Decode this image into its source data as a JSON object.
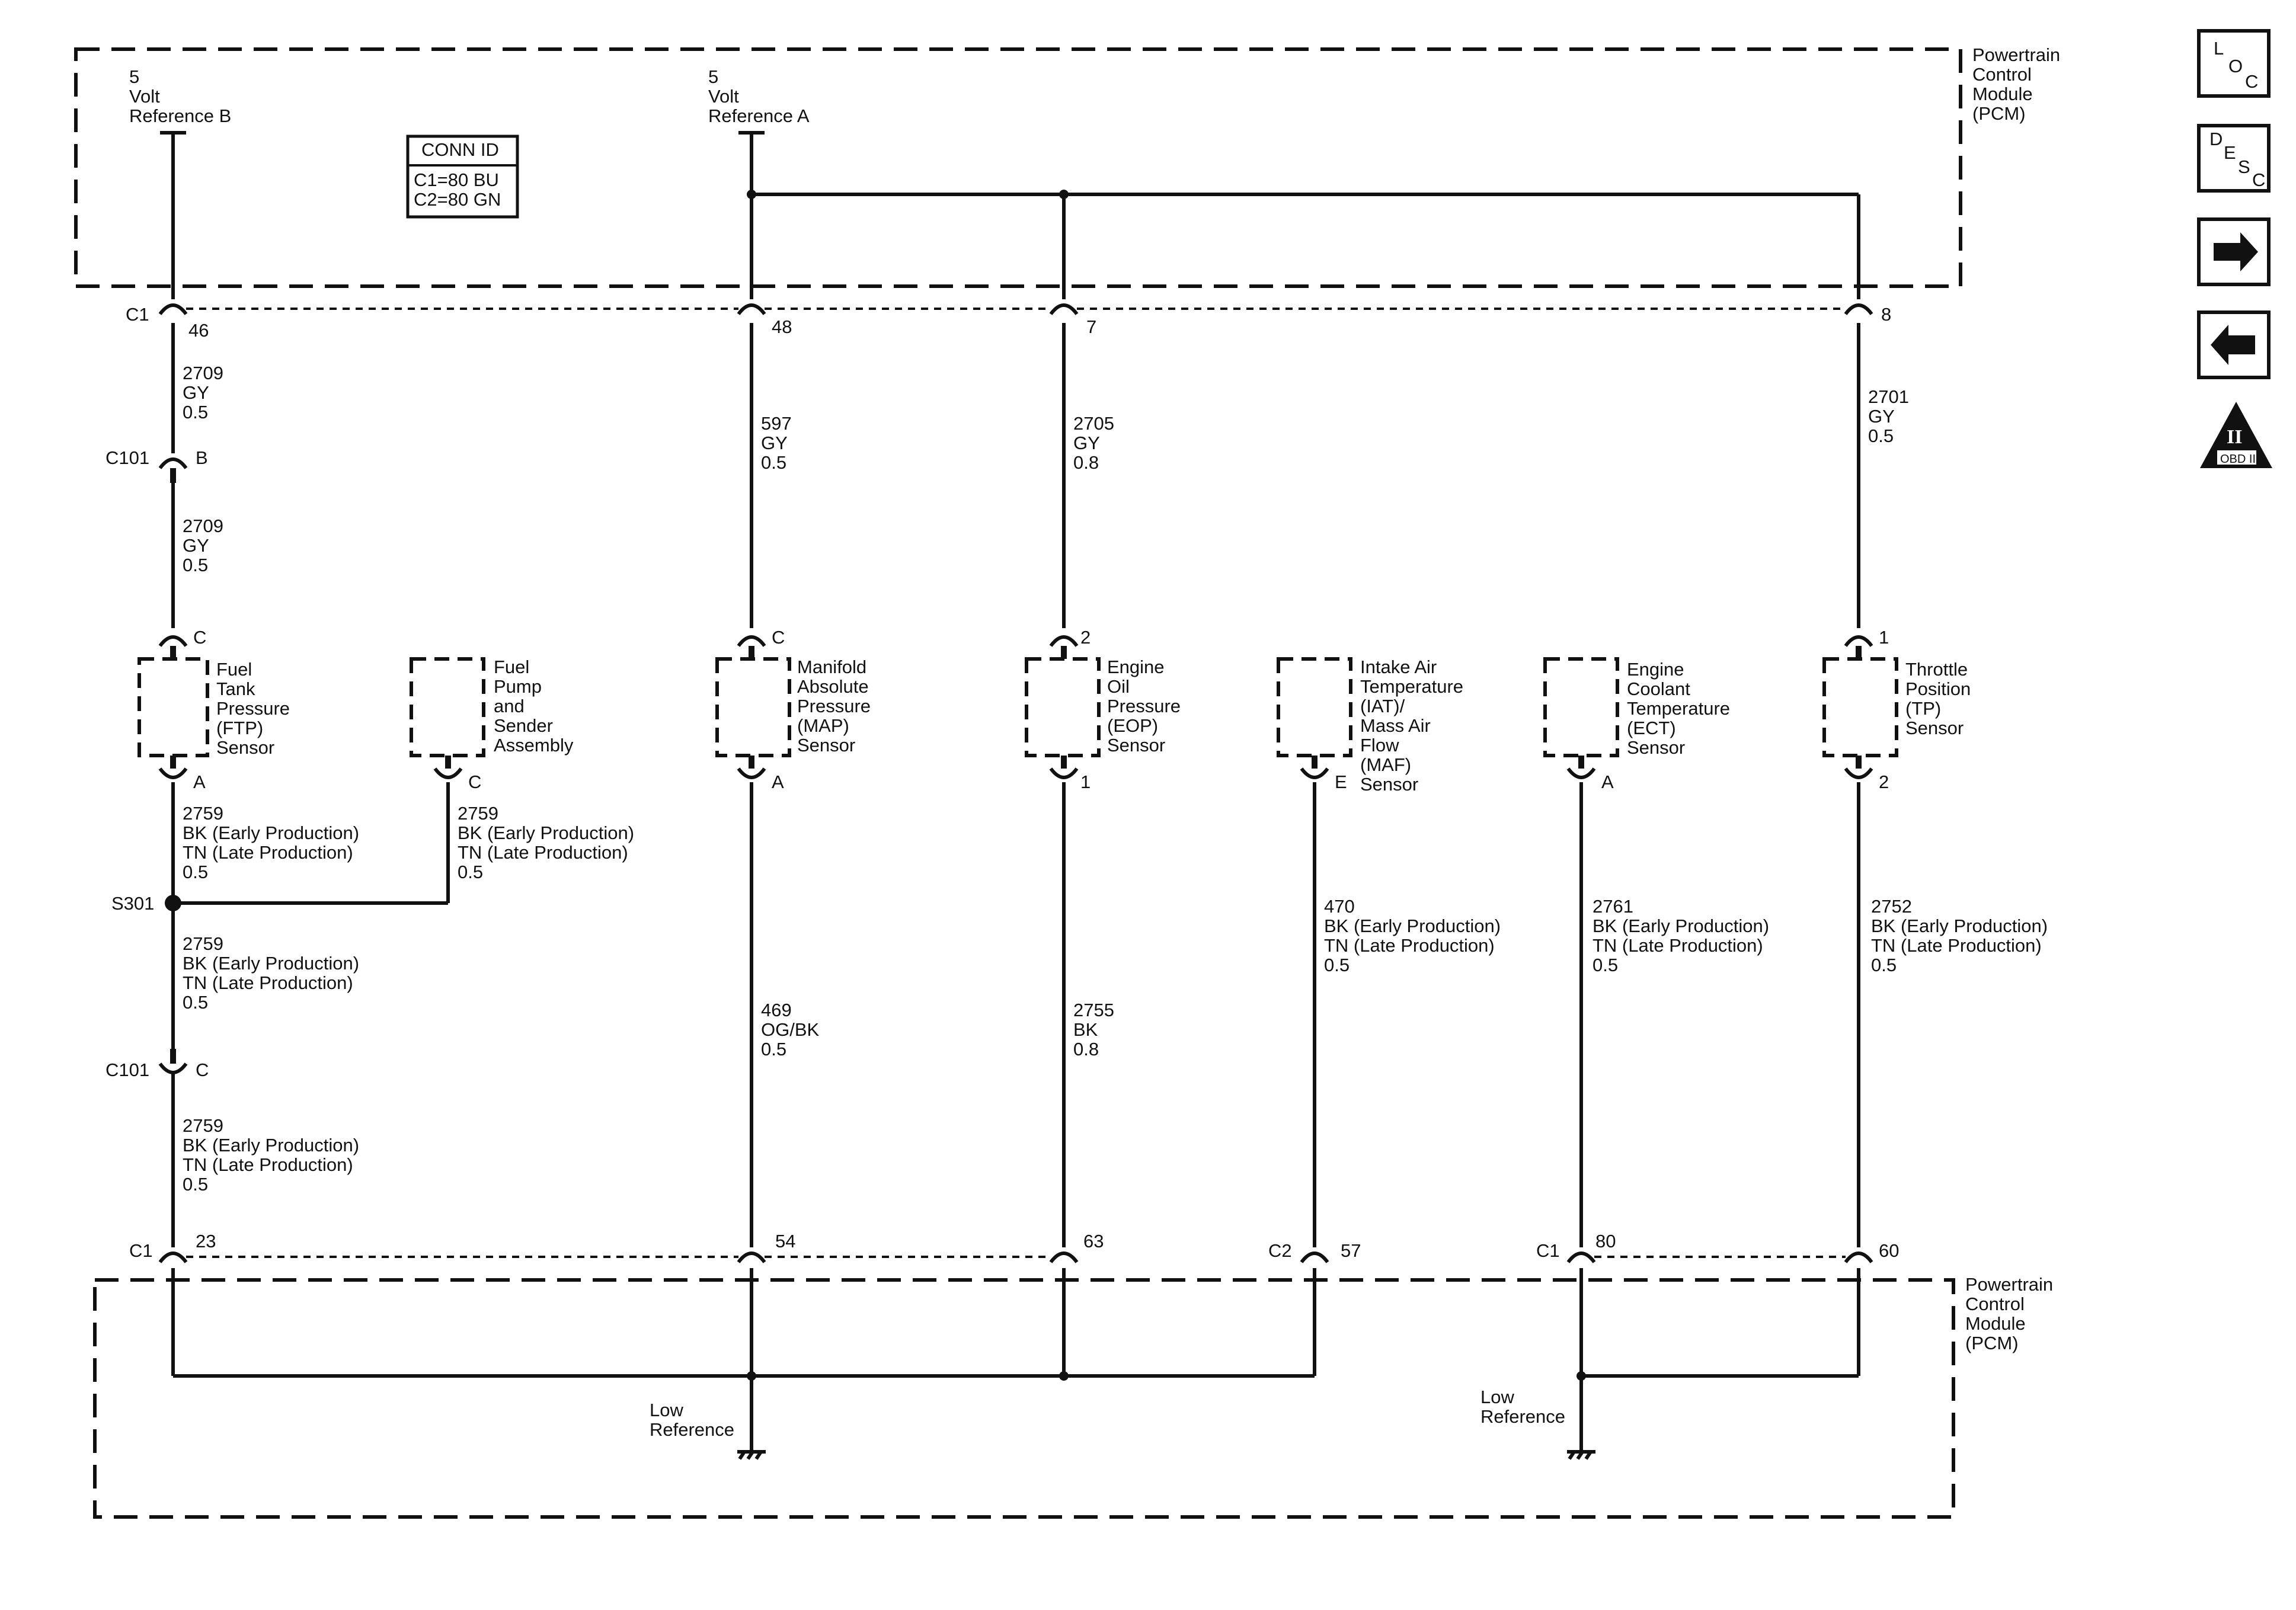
{
  "pcm_top": {
    "label": [
      "Powertrain",
      "Control",
      "Module",
      "(PCM)"
    ]
  },
  "pcm_bottom": {
    "label": [
      "Powertrain",
      "Control",
      "Module",
      "(PCM)"
    ]
  },
  "conn_id": {
    "title": "CONN ID",
    "lines": [
      "C1=80 BU",
      "C2=80 GN"
    ]
  },
  "refs": {
    "b": [
      "5",
      "Volt",
      "Reference B"
    ],
    "a": [
      "5",
      "Volt",
      "Reference A"
    ]
  },
  "top_pins": {
    "c1": "C1",
    "p46": "46",
    "p48": "48",
    "p7": "7",
    "p8": "8"
  },
  "wires_top": {
    "col1_a": [
      "2709",
      "GY",
      "0.5"
    ],
    "col1_b": [
      "2709",
      "GY",
      "0.5"
    ],
    "map": [
      "597",
      "GY",
      "0.5"
    ],
    "eop": [
      "2705",
      "GY",
      "0.8"
    ],
    "tp": [
      "2701",
      "GY",
      "0.5"
    ]
  },
  "c101": {
    "label1": "C101",
    "pin1": "B",
    "label2": "C101",
    "pin2": "C"
  },
  "sensor_pins": {
    "ftp_top": "C",
    "ftp_bot": "A",
    "fuel_bot": "C",
    "map_top": "C",
    "map_bot": "A",
    "eop_top": "2",
    "eop_bot": "1",
    "iat_bot": "E",
    "ect_bot": "A",
    "tp_top": "1",
    "tp_bot": "2"
  },
  "sensors": {
    "ftp": [
      "Fuel",
      "Tank",
      "Pressure",
      "(FTP)",
      "Sensor"
    ],
    "fuel": [
      "Fuel",
      "Pump",
      "and",
      "Sender",
      "Assembly"
    ],
    "map": [
      "Manifold",
      "Absolute",
      "Pressure",
      "(MAP)",
      "Sensor"
    ],
    "eop": [
      "Engine",
      "Oil",
      "Pressure",
      "(EOP)",
      "Sensor"
    ],
    "iat": [
      "Intake Air",
      "Temperature",
      "(IAT)/",
      "Mass Air",
      "Flow",
      "(MAF)",
      "Sensor"
    ],
    "ect": [
      "Engine",
      "Coolant",
      "Temperature",
      "(ECT)",
      "Sensor"
    ],
    "tp": [
      "Throttle",
      "Position",
      "(TP)",
      "Sensor"
    ]
  },
  "wires_bottom": {
    "ftp": [
      "2759",
      "BK (Early Production)",
      "TN (Late Production)",
      "0.5"
    ],
    "fuel": [
      "2759",
      "BK (Early Production)",
      "TN (Late Production)",
      "0.5"
    ],
    "s301_below": [
      "2759",
      "BK (Early Production)",
      "TN (Late Production)",
      "0.5"
    ],
    "c101_below": [
      "2759",
      "BK (Early Production)",
      "TN (Late Production)",
      "0.5"
    ],
    "map": [
      "469",
      "OG/BK",
      "0.5"
    ],
    "eop": [
      "2755",
      "BK",
      "0.8"
    ],
    "iat": [
      "470",
      "BK (Early Production)",
      "TN (Late Production)",
      "0.5"
    ],
    "ect": [
      "2761",
      "BK (Early Production)",
      "TN (Late Production)",
      "0.5"
    ],
    "tp": [
      "2752",
      "BK (Early Production)",
      "TN (Late Production)",
      "0.5"
    ]
  },
  "splice": "S301",
  "bottom_pins": {
    "c1a": "C1",
    "p23": "23",
    "p54": "54",
    "p63": "63",
    "c2": "C2",
    "p57": "57",
    "c1b": "C1",
    "p80": "80",
    "p60": "60"
  },
  "low_ref": {
    "left": [
      "Low",
      "Reference"
    ],
    "right": [
      "Low",
      "Reference"
    ]
  },
  "side_nav": {
    "loc": [
      "L",
      "O",
      "C"
    ],
    "desc": [
      "D",
      "E",
      "S",
      "C"
    ],
    "obd": {
      "numeral": "II",
      "label": "OBD II"
    }
  }
}
